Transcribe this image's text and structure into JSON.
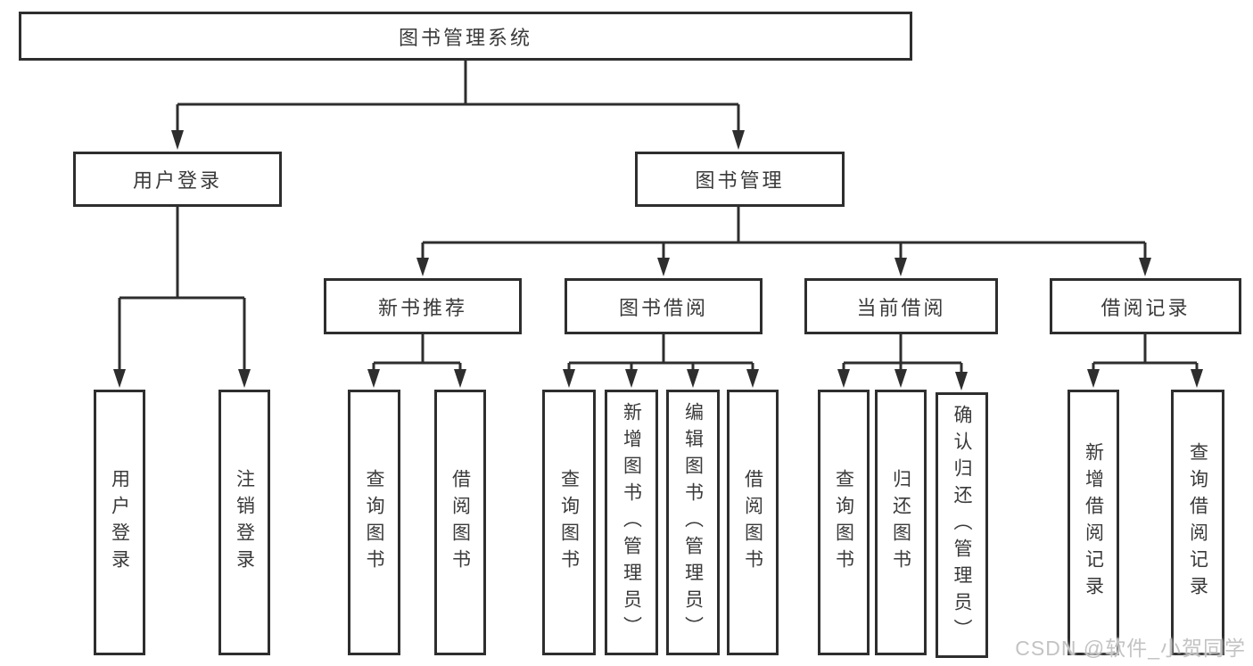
{
  "tree": {
    "root": "图书管理系统",
    "branches": [
      {
        "label": "用户登录",
        "children": [
          "用户登录",
          "注销登录"
        ]
      },
      {
        "label": "图书管理",
        "groups": [
          {
            "label": "新书推荐",
            "children": [
              "查询图书",
              "借阅图书"
            ]
          },
          {
            "label": "图书借阅",
            "children": [
              "查询图书",
              "新增图书（管理员）",
              "编辑图书（管理员）",
              "借阅图书"
            ]
          },
          {
            "label": "当前借阅",
            "children": [
              "查询图书",
              "归还图书",
              "确认归还（管理员）"
            ]
          },
          {
            "label": "借阅记录",
            "children": [
              "新增借阅记录",
              "查询借阅记录"
            ]
          }
        ]
      }
    ]
  },
  "watermark": {
    "text": "CSDN @软件_小贺同学"
  },
  "colors": {
    "line": "#2e2e2e",
    "box_border": "#2e2e2e",
    "text": "#3a3a3a",
    "watermark": "#c3c3c3",
    "background": "#ffffff"
  }
}
